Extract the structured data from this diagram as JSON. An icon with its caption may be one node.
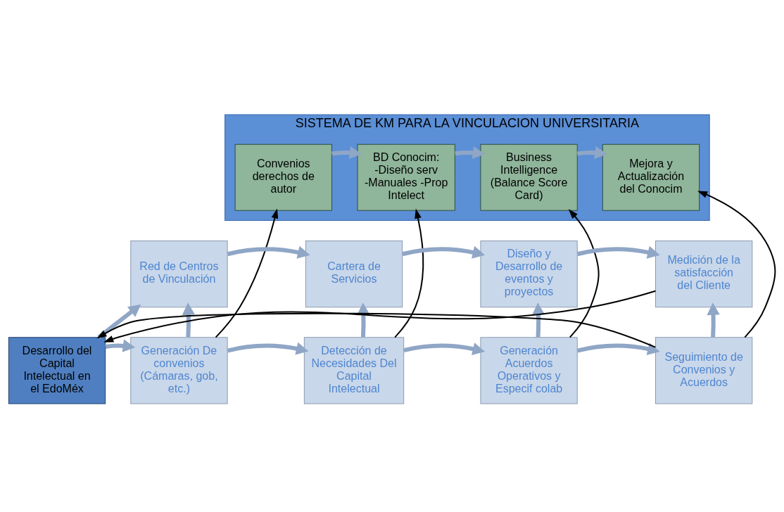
{
  "diagram": {
    "nodes": [
      {
        "text": [
          "SISTEMA DE KM PARA LA VINCULACION UNIVERSITARIA"
        ]
      },
      {
        "text": [
          "Convenios derechos de autor"
        ],
        "in": 0
      },
      {
        "text": [
          "BD Conocim: -Diseño serv -Manuales -Prop Intelect"
        ],
        "in": 0
      },
      {
        "text": [
          "Business Intelligence (Balance Score Card)"
        ],
        "in": 0
      },
      {
        "text": [
          "Mejora y Actualización del Conocim"
        ],
        "in": 0
      },
      {
        "text": [
          "Red de Centros de Vinculación"
        ]
      },
      {
        "text": [
          "Cartera de Servicios"
        ]
      },
      {
        "text": [
          "Diseño y Desarrollo de eventos y proyectos"
        ]
      },
      {
        "text": [
          "Medición de la satisfacción del Cliente"
        ]
      },
      {
        "text": [
          "Desarrollo del Capital Intelectual en el EdoMéx"
        ]
      },
      {
        "text": [
          "Generación De convenios (Cámaras, gob, etc.)"
        ]
      },
      {
        "text": [
          "Detección de Necesidades Del Capital Intelectual"
        ]
      },
      {
        "text": [
          "Generación Acuerdos Operativos y Especif colab"
        ]
      },
      {
        "text": [
          "Seguimiento de Convenios y Acuerdos"
        ]
      }
    ],
    "edges": [
      {
        "from": 1,
        "to": 2,
        "arrow": "to"
      },
      {
        "from": 2,
        "to": 3,
        "arrow": "to"
      },
      {
        "from": 3,
        "to": 4,
        "arrow": "to"
      },
      {
        "from": 9,
        "to": 5,
        "arrow": "to"
      },
      {
        "from": 5,
        "to": 6,
        "arrow": "to"
      },
      {
        "from": 6,
        "to": 7,
        "arrow": "to"
      },
      {
        "from": 7,
        "to": 8,
        "arrow": "to"
      },
      {
        "from": 10,
        "to": 5,
        "arrow": "to"
      },
      {
        "from": 11,
        "to": 6,
        "arrow": "to"
      },
      {
        "from": 12,
        "to": 7,
        "arrow": "to"
      },
      {
        "from": 13,
        "to": 8,
        "arrow": "to"
      },
      {
        "from": 9,
        "to": 10,
        "arrow": "to"
      },
      {
        "from": 10,
        "to": 11,
        "arrow": "to"
      },
      {
        "from": 11,
        "to": 12,
        "arrow": "to"
      },
      {
        "from": 12,
        "to": 13,
        "arrow": "to"
      },
      {
        "from": 10,
        "to": 1,
        "arrow": "to",
        "color": "#000000"
      },
      {
        "from": 11,
        "to": 2,
        "arrow": "to",
        "color": "#000000"
      },
      {
        "from": 12,
        "to": 3,
        "arrow": "to",
        "color": "#000000"
      },
      {
        "from": 13,
        "to": 4,
        "arrow": "to",
        "color": "#000000"
      },
      {
        "from": 8,
        "to": 9,
        "arrow": "to",
        "color": "#000000"
      },
      {
        "from": 13,
        "to": 9,
        "arrow": "to",
        "color": "#000000"
      }
    ]
  }
}
